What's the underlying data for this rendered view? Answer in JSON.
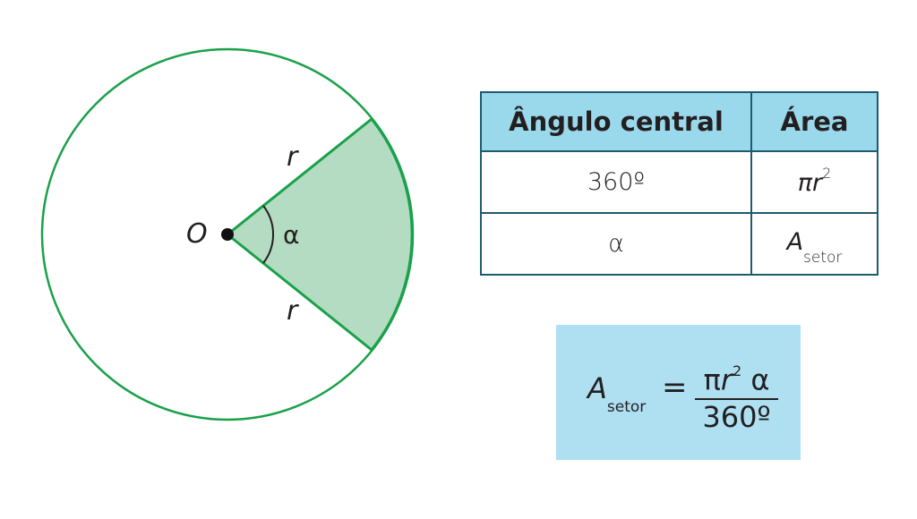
{
  "diagram": {
    "center_label": "O",
    "radius_label_top": "r",
    "radius_label_bottom": "r",
    "angle_label": "α",
    "colors": {
      "circle_stroke": "#1aa14a",
      "sector_fill": "#b3dcc2",
      "point": "#111111"
    }
  },
  "table": {
    "headers": [
      "Ângulo central",
      "Área"
    ],
    "rows": [
      {
        "angle": "360º",
        "area_base": "πr",
        "area_sup": "2"
      },
      {
        "angle": "α",
        "area_base": "A",
        "area_sub": "setor"
      }
    ],
    "colors": {
      "header_bg": "#9ad8ec",
      "border": "#1d5c6d"
    }
  },
  "formula": {
    "lhs_base": "A",
    "lhs_sub": "setor",
    "equals": "=",
    "numerator_pi": "π",
    "numerator_r": "r",
    "numerator_sup": "2",
    "numerator_alpha": "α",
    "denominator": "360º",
    "background": "#aee0f2"
  }
}
